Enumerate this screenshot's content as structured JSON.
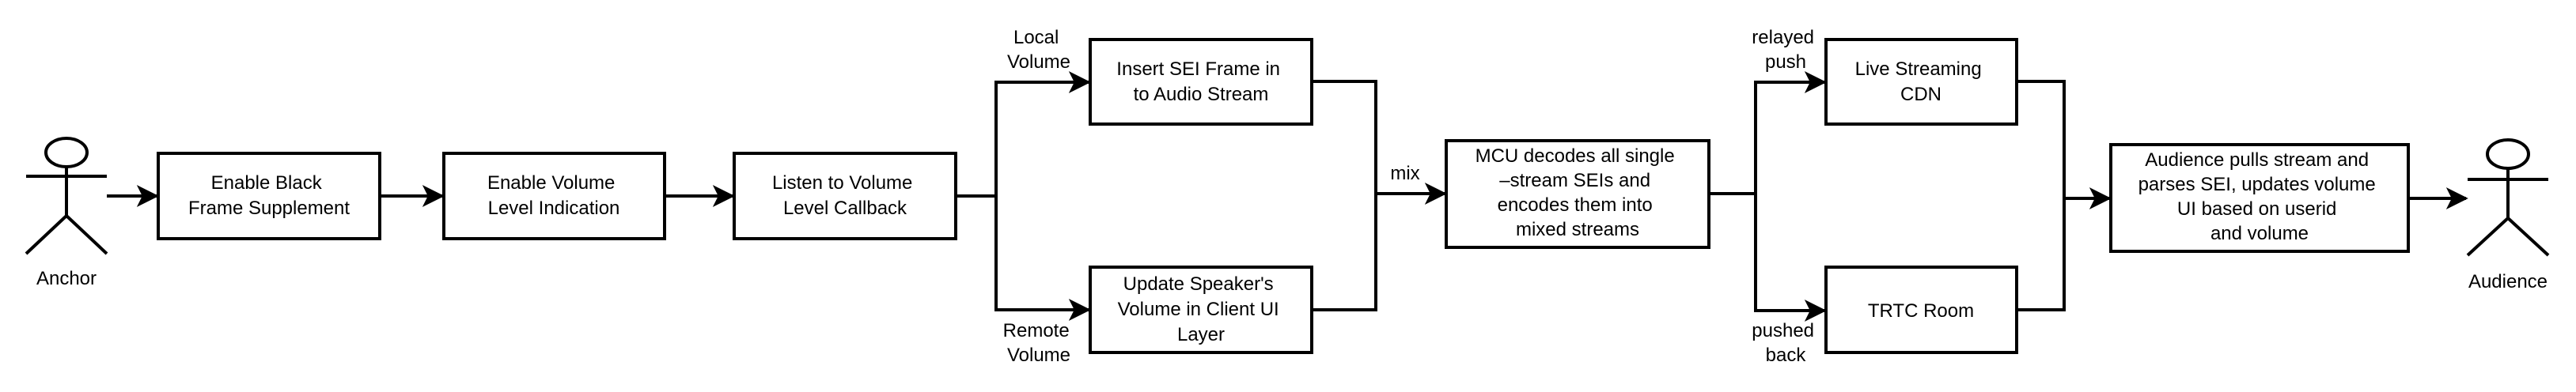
{
  "diagram": {
    "colors": {
      "stroke": "#000000",
      "fill": "#ffffff",
      "text": "#000000"
    },
    "actors": [
      {
        "id": "anchor",
        "label": "Anchor",
        "icon": "stick-figure-icon"
      },
      {
        "id": "audience",
        "label": "Audience",
        "icon": "stick-figure-icon"
      }
    ],
    "nodes": [
      {
        "id": "enable-black-frame",
        "lines": [
          "Enable Black",
          "Frame Supplement"
        ]
      },
      {
        "id": "enable-volume-indication",
        "lines": [
          "Enable Volume",
          "Level Indication"
        ]
      },
      {
        "id": "listen-volume-callback",
        "lines": [
          "Listen to Volume",
          "Level Callback"
        ]
      },
      {
        "id": "insert-sei-frame",
        "lines": [
          "Insert SEI Frame in",
          "to Audio Stream"
        ]
      },
      {
        "id": "update-speaker-volume",
        "lines": [
          "Update Speaker's",
          "Volume in Client UI",
          "Layer"
        ]
      },
      {
        "id": "mcu-decode",
        "lines": [
          "MCU decodes all single",
          "–stream SEIs and",
          "encodes them into",
          "mixed streams"
        ]
      },
      {
        "id": "live-streaming-cdn",
        "lines": [
          "Live Streaming",
          "CDN"
        ]
      },
      {
        "id": "trtc-room",
        "lines": [
          "TRTC Room"
        ]
      },
      {
        "id": "audience-parse-sei",
        "lines": [
          "Audience pulls stream and",
          "parses SEI, updates volume",
          "UI based on userid",
          "and volume"
        ]
      }
    ],
    "edge_labels": [
      {
        "id": "local-volume",
        "lines": [
          "Local",
          "Volume"
        ]
      },
      {
        "id": "remote-volume",
        "lines": [
          "Remote",
          "Volume"
        ]
      },
      {
        "id": "mix",
        "lines": [
          "mix"
        ]
      },
      {
        "id": "relayed-push",
        "lines": [
          "relayed",
          "push"
        ]
      },
      {
        "id": "pushed-back",
        "lines": [
          "pushed",
          "back"
        ]
      }
    ],
    "edges": [
      {
        "from": "anchor",
        "to": "enable-black-frame"
      },
      {
        "from": "enable-black-frame",
        "to": "enable-volume-indication"
      },
      {
        "from": "enable-volume-indication",
        "to": "listen-volume-callback"
      },
      {
        "from": "listen-volume-callback",
        "to": "insert-sei-frame",
        "label": "local-volume"
      },
      {
        "from": "listen-volume-callback",
        "to": "update-speaker-volume",
        "label": "remote-volume"
      },
      {
        "from": "insert-sei-frame",
        "to": "mcu-decode",
        "label": "mix"
      },
      {
        "from": "update-speaker-volume",
        "to": "mcu-decode",
        "label": "mix"
      },
      {
        "from": "mcu-decode",
        "to": "live-streaming-cdn",
        "label": "relayed-push"
      },
      {
        "from": "mcu-decode",
        "to": "trtc-room",
        "label": "pushed-back"
      },
      {
        "from": "live-streaming-cdn",
        "to": "audience-parse-sei"
      },
      {
        "from": "trtc-room",
        "to": "audience-parse-sei"
      },
      {
        "from": "audience-parse-sei",
        "to": "audience"
      }
    ]
  }
}
